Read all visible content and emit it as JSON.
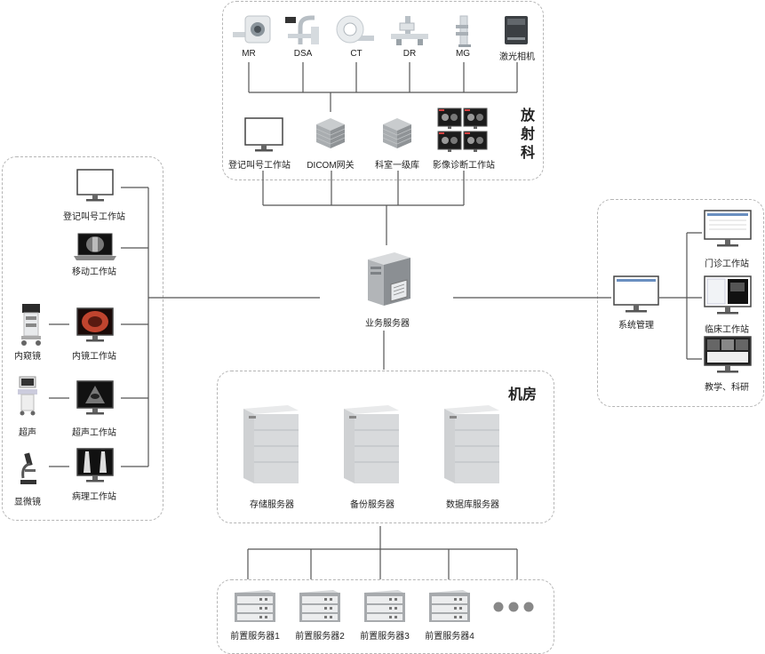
{
  "radiology": {
    "title_chars": [
      "放",
      "射",
      "科"
    ],
    "devices": [
      "MR",
      "DSA",
      "CT",
      "DR",
      "MG",
      "激光相机"
    ],
    "workstations": [
      "登记叫号工作站",
      "DICOM网关",
      "科室一级库",
      "影像诊断工作站"
    ]
  },
  "center": {
    "business_server": "业务服务器"
  },
  "left": {
    "workstations": [
      "登记叫号工作站",
      "移动工作站",
      "内镜工作站",
      "超声工作站",
      "病理工作站"
    ],
    "devices": [
      "内窥镜",
      "超声",
      "显微镜"
    ]
  },
  "right": {
    "system_manage": "系统管理",
    "workstations": [
      "门诊工作站",
      "临床工作站",
      "教学、科研"
    ]
  },
  "machine_room": {
    "title": "机房",
    "servers": [
      "存储服务器",
      "备份服务器",
      "数据库服务器"
    ]
  },
  "front_servers": {
    "items": [
      "前置服务器1",
      "前置服务器2",
      "前置服务器3",
      "前置服务器4"
    ]
  }
}
